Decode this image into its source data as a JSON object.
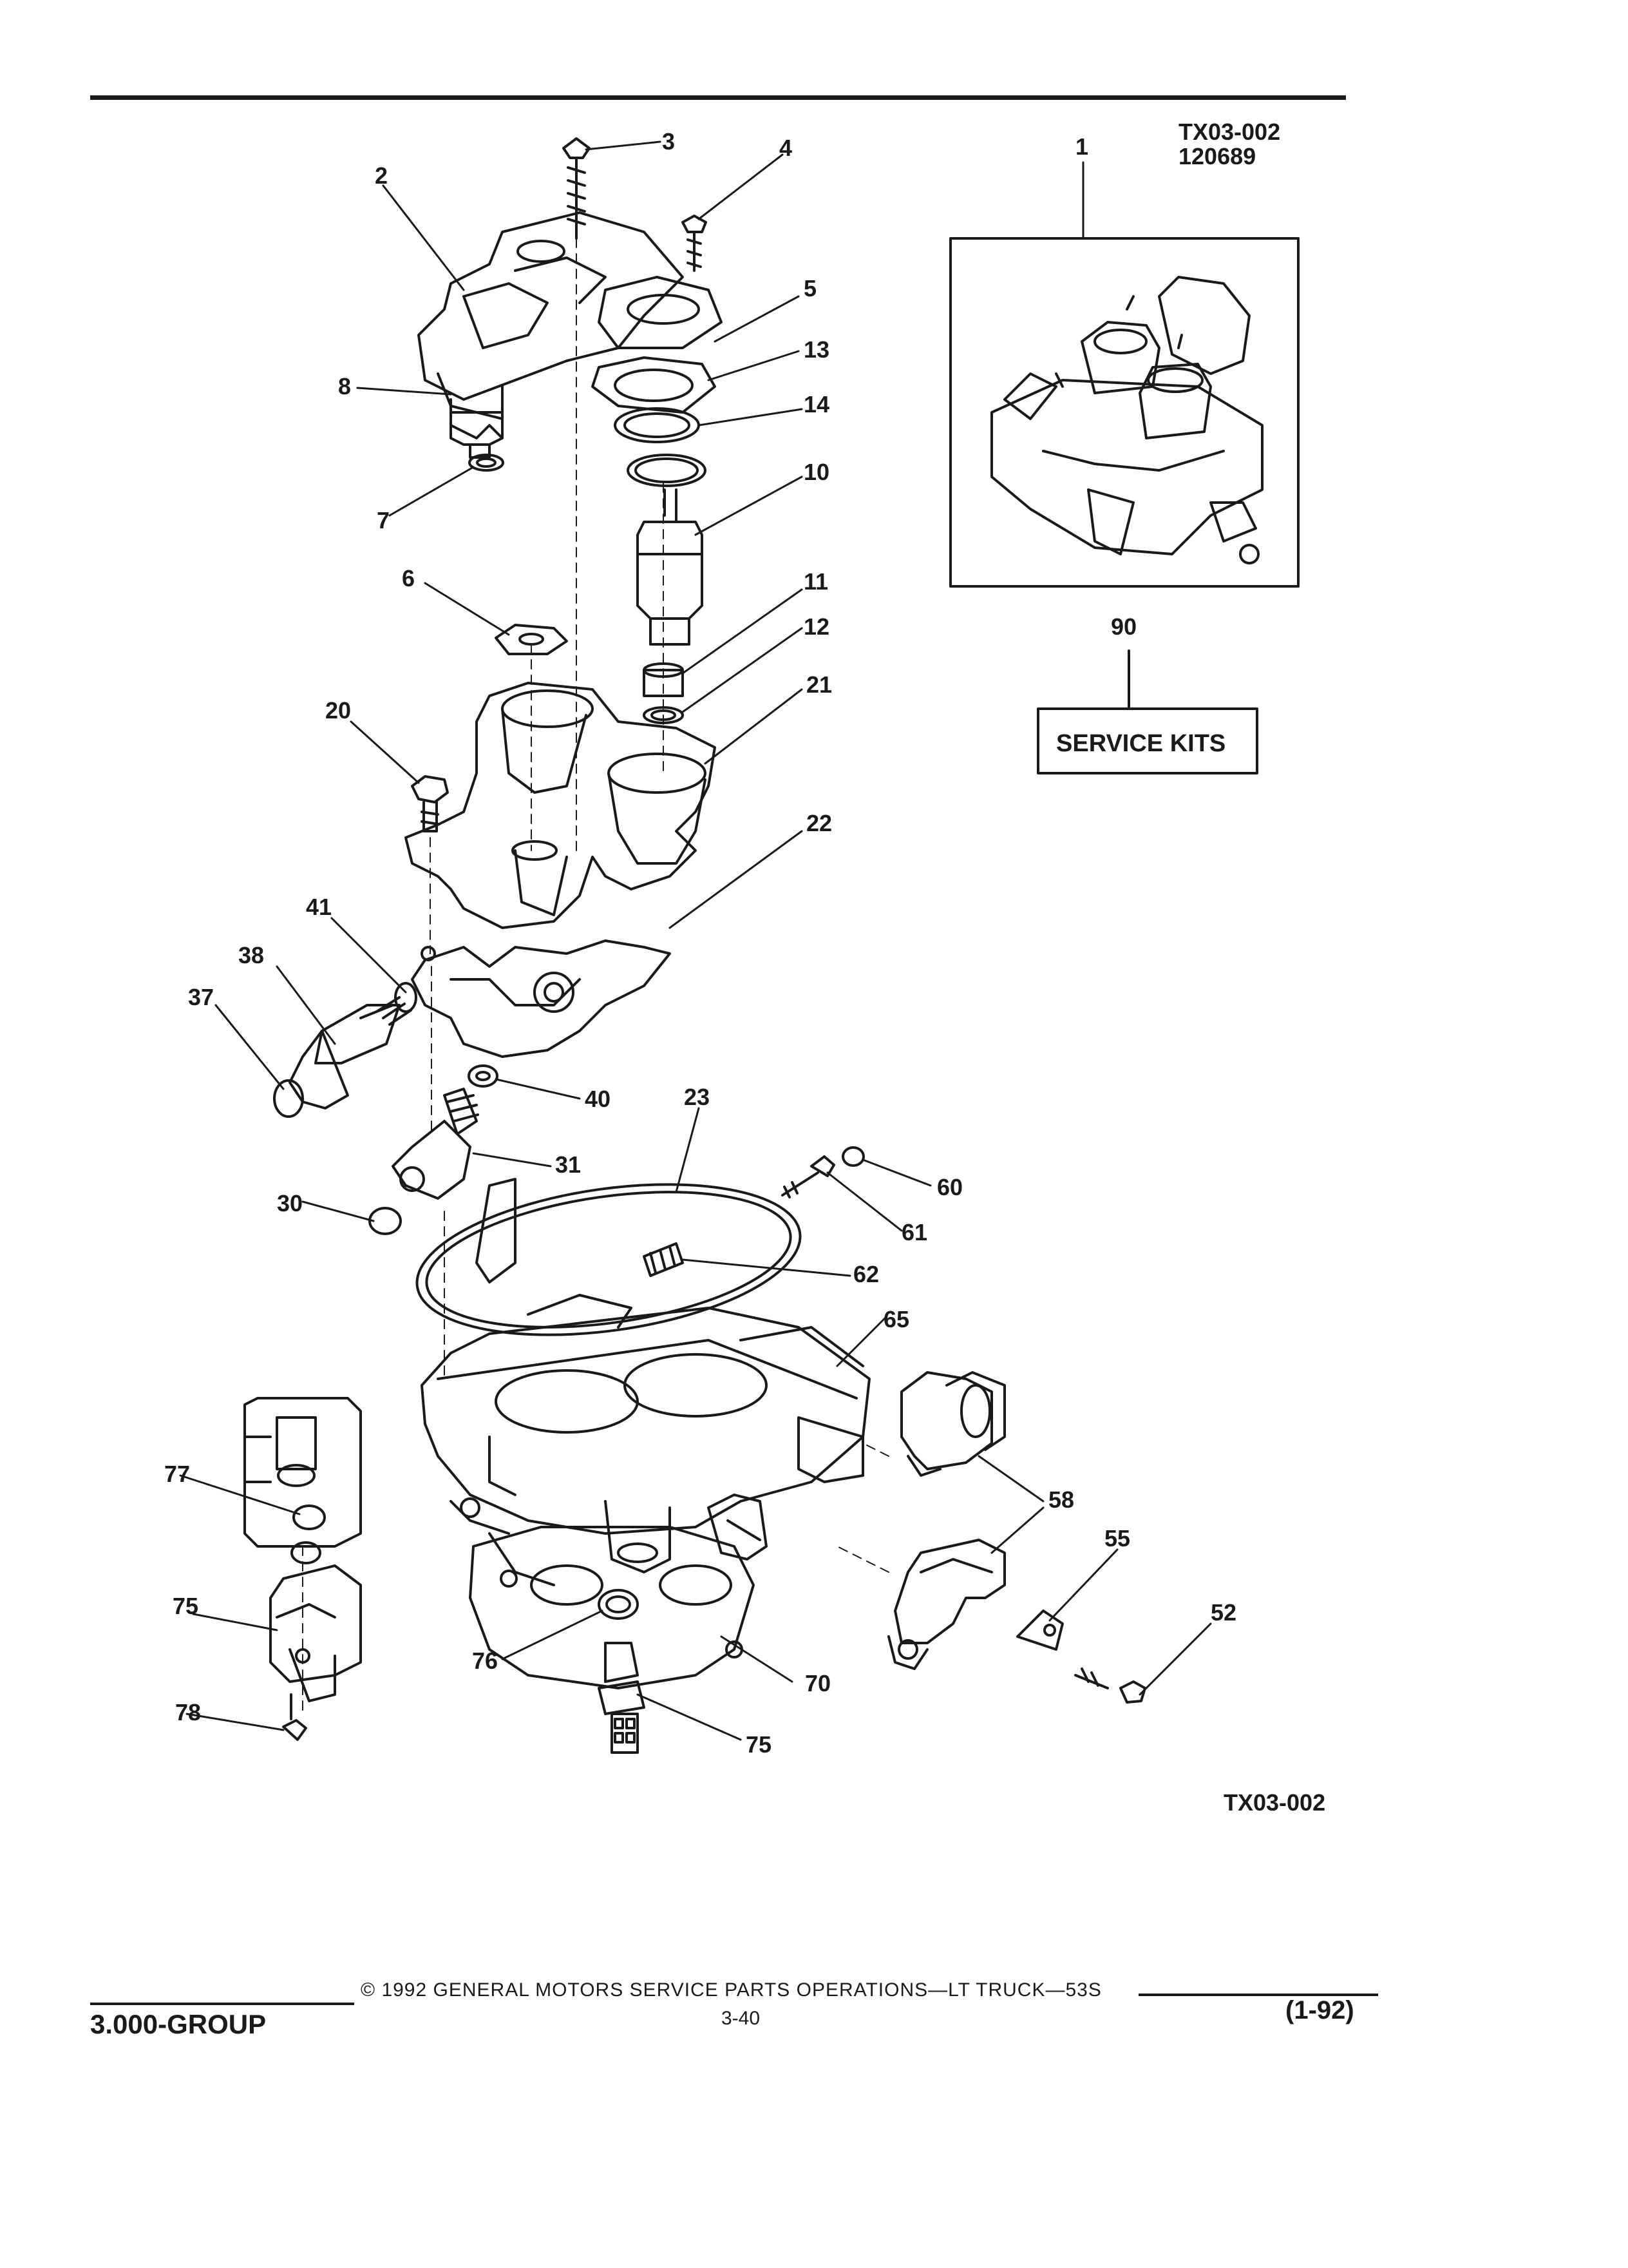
{
  "header": {
    "figure_code": "TX03-002",
    "figure_number": "120689"
  },
  "diagram": {
    "bottom_code": "TX03-002",
    "service_kits_label": "SERVICE KITS",
    "callouts": {
      "c1": "1",
      "c2": "2",
      "c3": "3",
      "c4": "4",
      "c5": "5",
      "c6": "6",
      "c7": "7",
      "c8": "8",
      "c10": "10",
      "c11": "11",
      "c12": "12",
      "c13": "13",
      "c14": "14",
      "c20": "20",
      "c21": "21",
      "c22": "22",
      "c23": "23",
      "c30": "30",
      "c31": "31",
      "c37": "37",
      "c38": "38",
      "c40": "40",
      "c41": "41",
      "c52": "52",
      "c55": "55",
      "c58": "58",
      "c60": "60",
      "c61": "61",
      "c62": "62",
      "c65": "65",
      "c70": "70",
      "c75a": "75",
      "c75b": "75",
      "c76": "76",
      "c77": "77",
      "c78": "78",
      "c90": "90"
    }
  },
  "footer": {
    "copyright": "© 1992 GENERAL MOTORS SERVICE PARTS OPERATIONS—LT TRUCK—53S",
    "group": "3.000-GROUP",
    "page": "3-40",
    "date": "(1-92)"
  }
}
